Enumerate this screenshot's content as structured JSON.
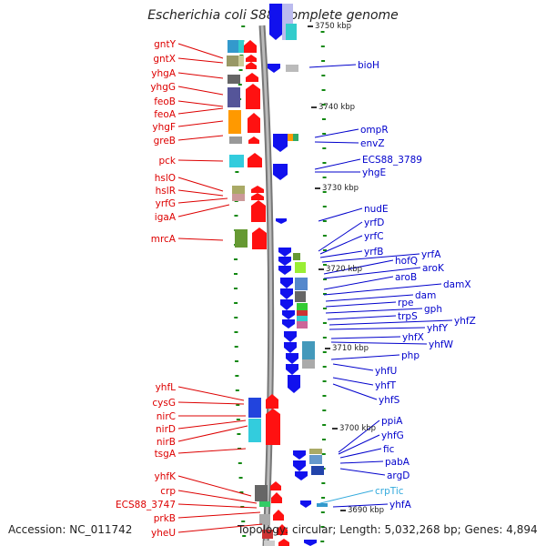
{
  "title": "Escherichia coli S88, complete genome",
  "accession": "Accession: NC_011742",
  "topology": "Topology: circular; Length: 5,032,268 bp; Genes: 4,894",
  "colors": {
    "left_label": "#dd0000",
    "right_label": "#0000cc",
    "highlight_label": "#33aadd",
    "forward_arrow": "#ff1111",
    "reverse_arrow": "#1111ee",
    "backbone": "#999999",
    "tick": "#118811"
  },
  "scale_labels": [
    "3750 kbp",
    "3740 kbp",
    "3730 kbp",
    "3720 kbp",
    "3710 kbp",
    "3700 kbp",
    "3690 kbp"
  ],
  "left_genes": [
    "gntY",
    "gntX",
    "yhgA",
    "yhgG",
    "feoB",
    "feoA",
    "yhgF",
    "greB",
    "pck",
    "hslO",
    "hslR",
    "yrfG",
    "igaA",
    "mrcA",
    "yhfL",
    "cysG",
    "nirC",
    "nirD",
    "nirB",
    "tsgA",
    "yhfK",
    "crp",
    "ECS88_3747",
    "prkB",
    "yheU"
  ],
  "right_genes": [
    "bioH",
    "ompR",
    "envZ",
    "ECS88_3789",
    "yhgE",
    "nudE",
    "yrfD",
    "yrfC",
    "yrfB",
    "yrfA",
    "hofQ",
    "aroK",
    "aroB",
    "damX",
    "dam",
    "rpe",
    "gph",
    "trpS",
    "yhfZ",
    "yhfY",
    "yhfX",
    "yhfW",
    "php",
    "yhfU",
    "yhfT",
    "yhfS",
    "ppiA",
    "yhfG",
    "fic",
    "pabA",
    "argD",
    "crpTic",
    "yhfA"
  ]
}
